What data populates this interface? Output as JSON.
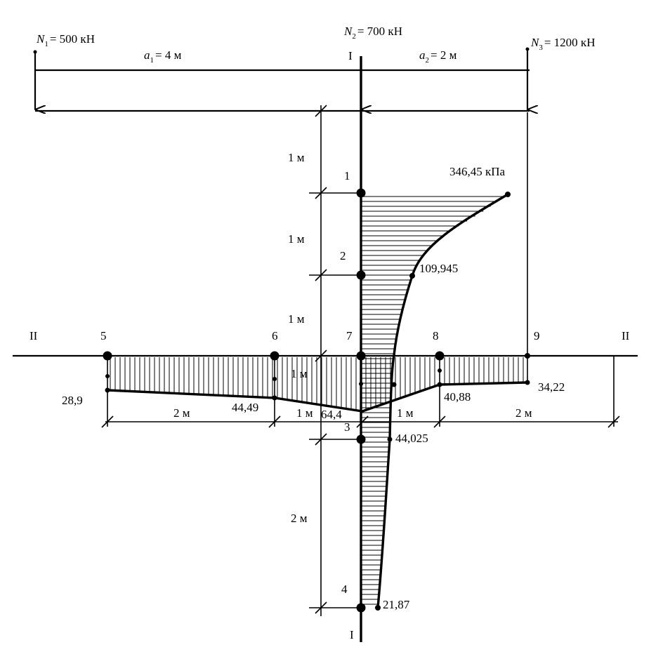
{
  "forces": {
    "n1": {
      "symbol": "N",
      "index": "1",
      "value": "= 500 кН"
    },
    "n2": {
      "symbol": "N",
      "index": "2",
      "value": "= 700 кН"
    },
    "n3": {
      "symbol": "N",
      "index": "3",
      "value": "= 1200 кН"
    }
  },
  "spans": {
    "a1": {
      "symbol": "a",
      "index": "1",
      "value": "=  4 м"
    },
    "a2": {
      "symbol": "a",
      "index": "2",
      "value": "= 2 м"
    }
  },
  "sections": {
    "vertical_top": "I",
    "vertical_bottom": "I",
    "horizontal_left": "II",
    "horizontal_right": "II"
  },
  "depth_labels": [
    "1 м",
    "1 м",
    "1 м",
    "1 м",
    "2 м"
  ],
  "horizontal_dims": [
    "2 м",
    "1 м",
    "1 м",
    "2 м"
  ],
  "points": [
    "1",
    "2",
    "3",
    "4",
    "5",
    "6",
    "7",
    "8",
    "9"
  ],
  "stress_vertical": {
    "p1": "346,45 кПа",
    "p2": "109,945",
    "p3": "44,025",
    "p4": "21,87"
  },
  "stress_horizontal": {
    "p5": "28,9",
    "p6": "44,49",
    "p7": "64,4",
    "p8": "40,88",
    "p9": "34,22"
  }
}
